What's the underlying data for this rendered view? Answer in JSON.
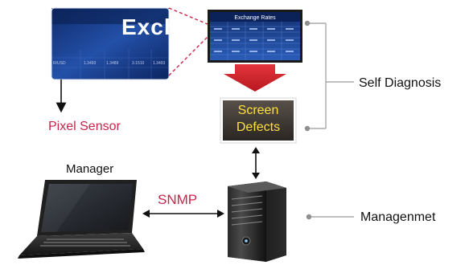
{
  "labels": {
    "pixel_sensor": "Pixel Sensor",
    "self_diagnosis": "Self Diagnosis",
    "manager": "Manager",
    "management": "Managenmet",
    "snmp": "SNMP"
  },
  "screen_defects": {
    "line1": "Screen",
    "line2": "Defects"
  },
  "display": {
    "title": "Exchange Rates",
    "closeup_text": "Exch",
    "ticker": [
      "R/USD",
      "1.3493",
      "1.3489",
      "3.1510",
      "1.3493"
    ]
  },
  "colors": {
    "accent_red": "#c8254a",
    "arrow_red": "#d8262e",
    "defects_text": "#ffe13c",
    "bracket_gray": "#9a9a9a",
    "screen_blue": "#1b3f8f"
  }
}
